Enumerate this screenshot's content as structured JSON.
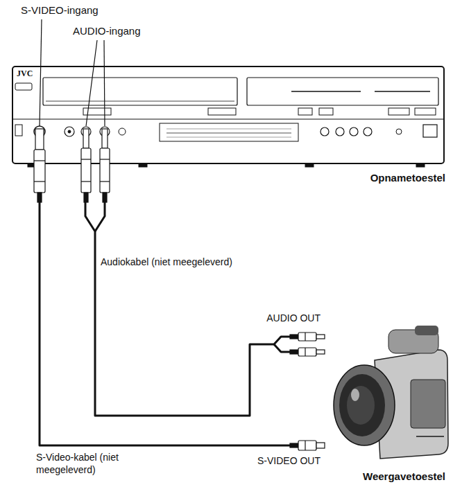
{
  "diagram": {
    "nodes": [
      {
        "text": [
          "JVC",
          "Opnametoestel"
        ]
      },
      {
        "text": [
          "Weergavetoestel"
        ]
      }
    ],
    "edges": [
      {
        "from": 0,
        "to": 1,
        "arrow": "none",
        "label": "Audiokabel (niet meegeleverd)"
      },
      {
        "from": 0,
        "to": 1,
        "arrow": "none",
        "label": "S-Video-kabel (niet meegeleverd)"
      }
    ],
    "labels": [
      "S-VIDEO-ingang",
      "AUDIO-ingang",
      "AUDIO OUT",
      "S-VIDEO OUT"
    ]
  }
}
